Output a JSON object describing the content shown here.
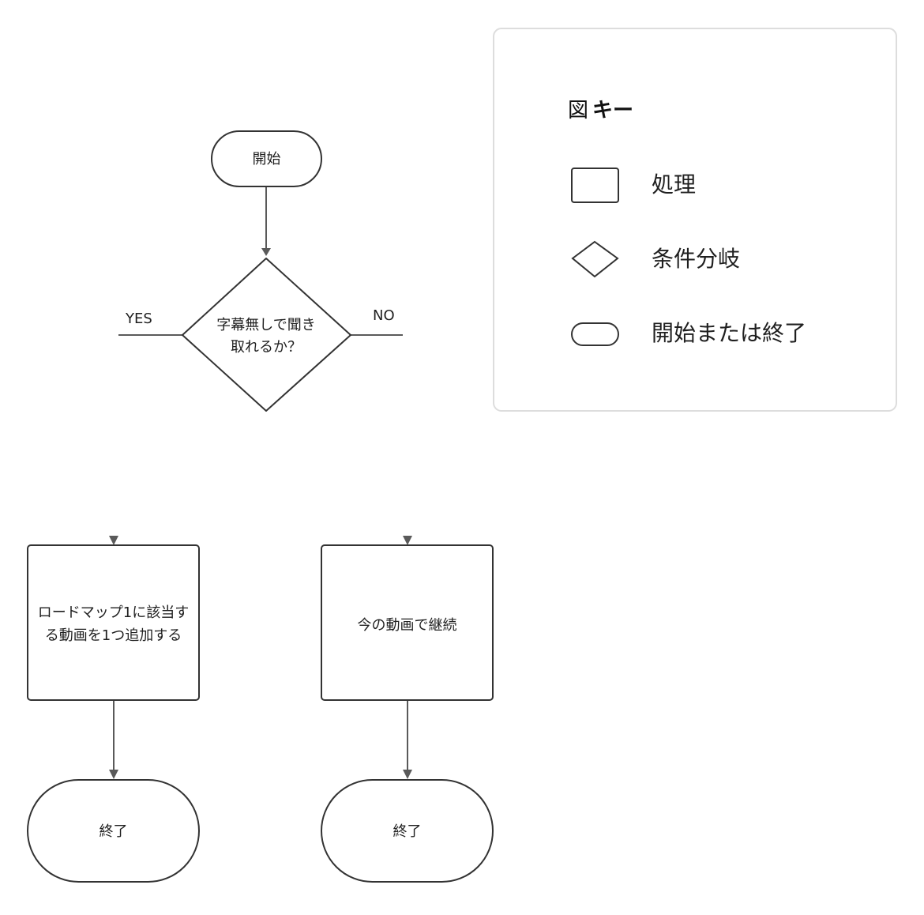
{
  "flowchart": {
    "start_label": "開始",
    "decision_line1": "字幕無しで聞き",
    "decision_line2": "取れるか？",
    "yes_label": "YES",
    "no_label": "NO",
    "yes_process_line1": "ロードマップ1に該当す",
    "yes_process_line2": "る動画を1つ追加する",
    "no_process_label": "今の動画で継続",
    "yes_end_label": "終了",
    "no_end_label": "終了"
  },
  "legend": {
    "title_prefix": "図",
    "title_main": "キー",
    "items": [
      {
        "label": "処理",
        "shape": "rectangle"
      },
      {
        "label": "条件分岐",
        "shape": "diamond"
      },
      {
        "label": "開始または終了",
        "shape": "pill"
      }
    ]
  },
  "colors": {
    "stroke": "#333333",
    "edge": "#5a5a5a",
    "legend_border": "#dddddd",
    "background": "#ffffff"
  }
}
